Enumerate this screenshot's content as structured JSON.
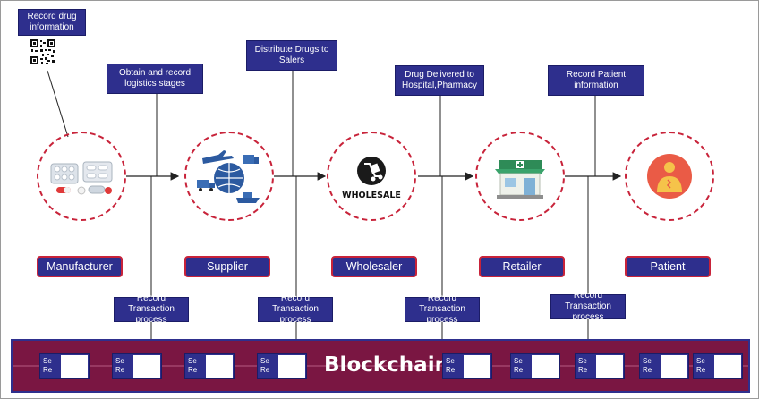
{
  "top_notes": {
    "record_drug": "Record drug information",
    "obtain_logistics": "Obtain and record logistics stages",
    "distribute": "Distribute Drugs to Salers",
    "delivered": "Drug Delivered to Hospital,Pharmacy",
    "record_patient": "Record Patient information"
  },
  "stages": [
    {
      "label": "Manufacturer",
      "icon": "pills-icon"
    },
    {
      "label": "Supplier",
      "icon": "logistics-icon"
    },
    {
      "label": "Wholesaler",
      "icon": "wholesale-icon",
      "icon_text": "WHOLESALE"
    },
    {
      "label": "Retailer",
      "icon": "pharmacy-store-icon"
    },
    {
      "label": "Patient",
      "icon": "patient-icon"
    }
  ],
  "transaction_label": "Record Transaction process",
  "blockchain": {
    "title": "Blockchain",
    "block_text": [
      "Se",
      "Re"
    ]
  },
  "colors": {
    "navy": "#2e2f8d",
    "maroon": "#7a1642",
    "red": "#c8233a"
  }
}
